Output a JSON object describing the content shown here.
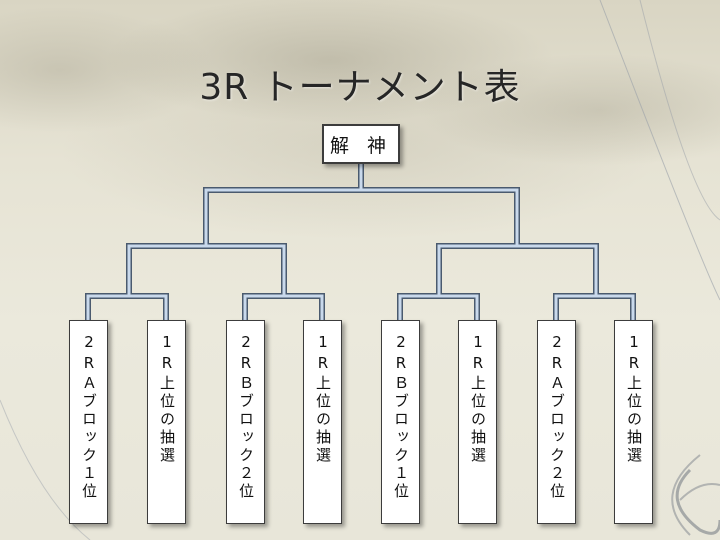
{
  "title": "3R トーナメント表",
  "champion": {
    "label": "解 神"
  },
  "entries": [
    {
      "label": "2RＡブロック１位"
    },
    {
      "label": "1R上位の抽選"
    },
    {
      "label": "2RＢブロック２位"
    },
    {
      "label": "1R上位の抽選"
    },
    {
      "label": "2RＢブロック１位"
    },
    {
      "label": "1R上位の抽選"
    },
    {
      "label": "2RＡブロック２位"
    },
    {
      "label": "1R上位の抽選"
    }
  ],
  "colors": {
    "bracket_line": "#c9d9ec",
    "bracket_outline": "#4a5a6e",
    "box_border": "#3c3c3c"
  }
}
